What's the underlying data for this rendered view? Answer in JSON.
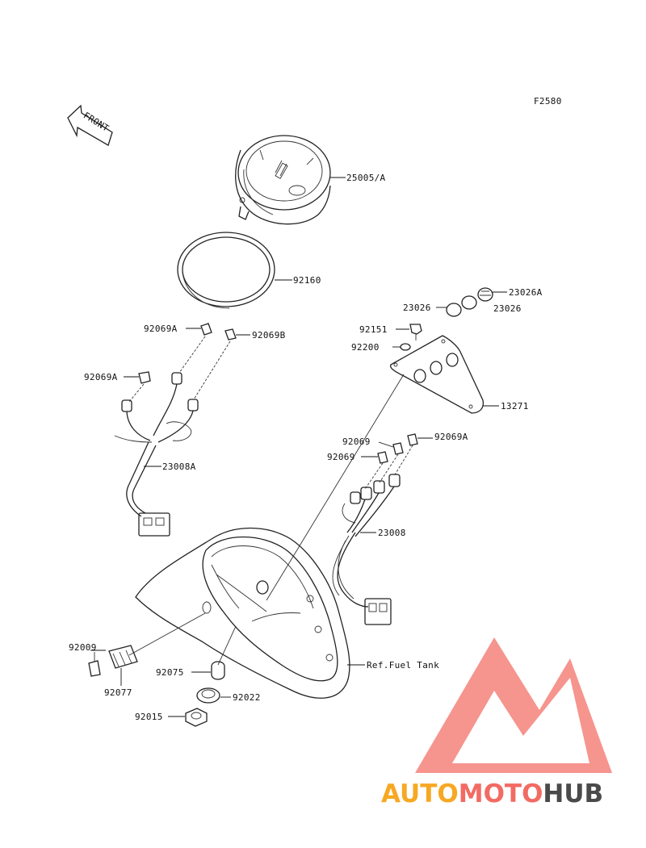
{
  "figure_code": "F2580",
  "front_marker": "FRONT",
  "callouts": {
    "speedometer": "25005/A",
    "gasket_ring": "92160",
    "clamp_left_top": "92069A",
    "clamp_left_mid": "92069A",
    "clamp_left_b": "92069B",
    "harness_left": "23008A",
    "cap_left": "23026",
    "cap_right_a": "23026A",
    "cap_right": "23026",
    "bolt_top": "92151",
    "washer_top": "92200",
    "bracket": "13271",
    "clamp_right_a": "92069",
    "clamp_right_a2": "92069A",
    "clamp_right_b": "92069",
    "harness_right": "23008",
    "ref_tank": "Ref.Fuel Tank",
    "screw": "92009",
    "socket": "92077",
    "grommet_a": "92075",
    "grommet_b": "92022",
    "nut": "92015"
  },
  "watermark": {
    "part1": "AUTO",
    "part2": "MOTO",
    "part3": "HUB",
    "color1": "#f7a823",
    "color2": "#f26b63",
    "color3": "#4a4a4a",
    "logo_color": "#f26b63"
  }
}
